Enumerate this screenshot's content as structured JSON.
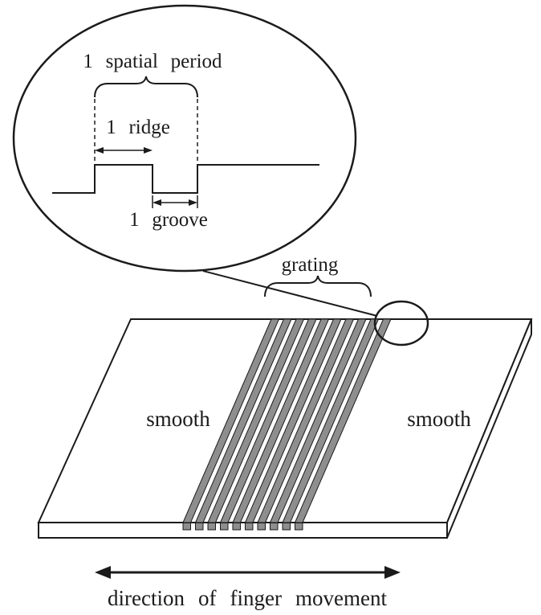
{
  "figure": {
    "inset": {
      "spatial_period_label": "1 spatial period",
      "ridge_label": "1 ridge",
      "groove_label": "1 groove"
    },
    "plate": {
      "grating_label": "grating",
      "smooth_left_label": "smooth",
      "smooth_right_label": "smooth"
    },
    "caption_label": "direction of finger movement",
    "colors": {
      "line": "#1b1b1b",
      "stripe_fill": "#8e8e8e",
      "background": "#ffffff"
    }
  }
}
